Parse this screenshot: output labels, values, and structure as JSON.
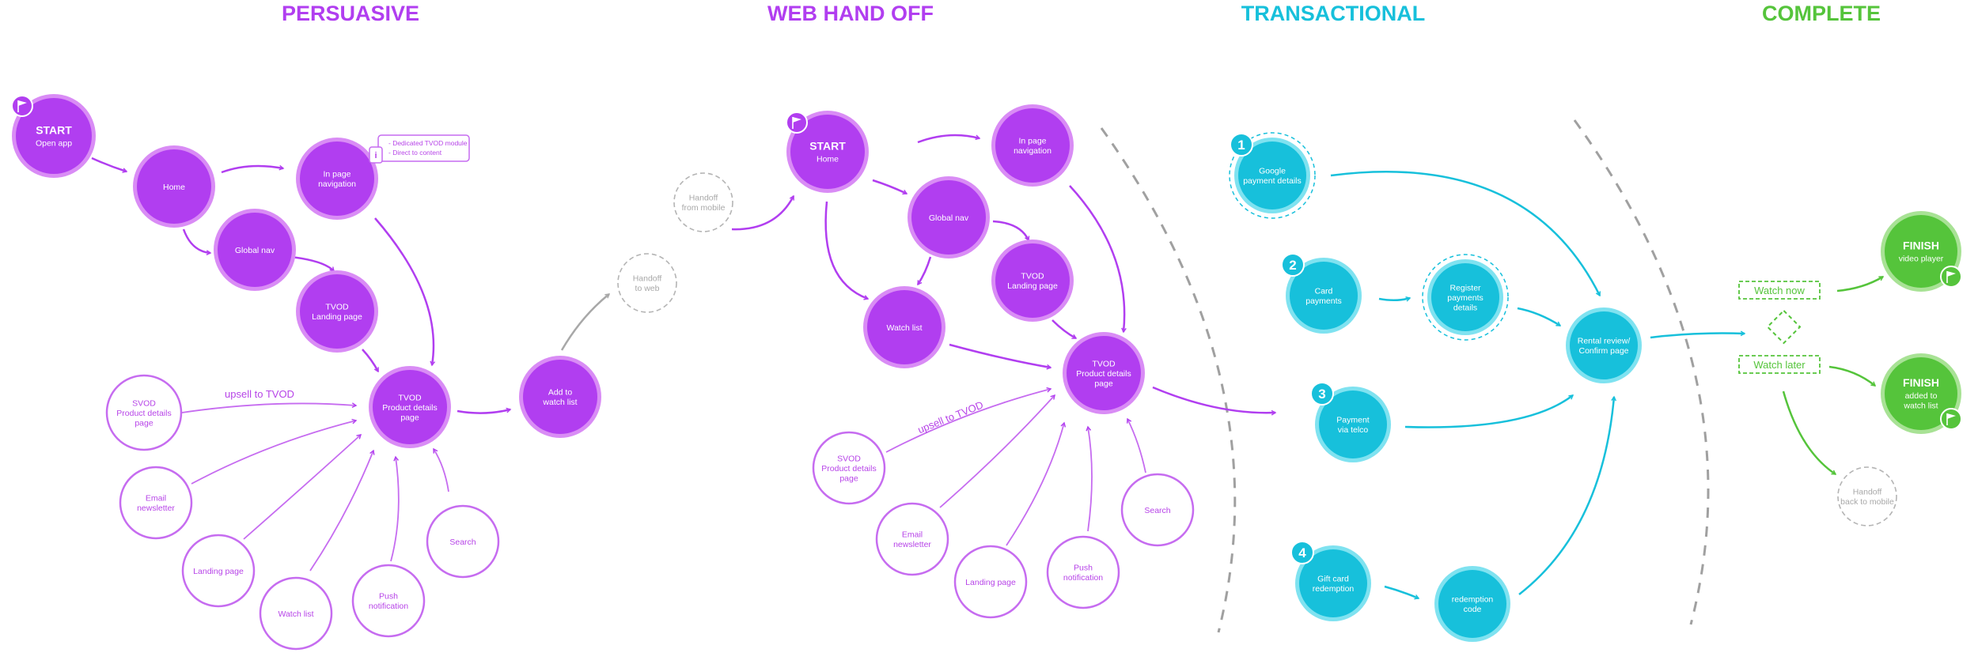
{
  "colors": {
    "purple": "#b13ef0",
    "purple_ring": "#d98cf5",
    "outline_purple": "#c66cf0",
    "outline_text": "#b744e8",
    "cyan": "#17c0db",
    "cyan_ring": "#7fe2f0",
    "green": "#55c43b",
    "green_ring": "#a8e295",
    "gray": "#b4b4b4",
    "dash_gray": "#a0a0a0",
    "white": "#ffffff"
  },
  "sections": [
    {
      "title": "PERSUASIVE",
      "color": "purple"
    },
    {
      "title": "WEB HAND OFF",
      "color": "purple"
    },
    {
      "title": "TRANSACTIONAL",
      "color": "cyan"
    },
    {
      "title": "COMPLETE",
      "color": "green"
    }
  ],
  "nodes": [
    {
      "id": "p-start",
      "style": "solid-purple",
      "title": "START",
      "lines": [
        "Open app"
      ],
      "flag": true
    },
    {
      "id": "p-home",
      "style": "solid-purple",
      "lines": [
        "Home"
      ]
    },
    {
      "id": "p-inpage",
      "style": "solid-purple",
      "lines": [
        "In page",
        "navigation"
      ]
    },
    {
      "id": "p-globalnav",
      "style": "solid-purple",
      "lines": [
        "Global nav"
      ]
    },
    {
      "id": "p-tvod-landing",
      "style": "solid-purple",
      "lines": [
        "TVOD",
        "Landing page"
      ]
    },
    {
      "id": "p-tvod-pdp",
      "style": "solid-purple",
      "lines": [
        "TVOD",
        "Product details",
        "page"
      ]
    },
    {
      "id": "p-add-watchlist",
      "style": "solid-purple",
      "lines": [
        "Add to",
        "watch list"
      ]
    },
    {
      "id": "p-handoff-web",
      "style": "dashed-gray",
      "lines": [
        "Handoff",
        "to web"
      ]
    },
    {
      "id": "p-svod",
      "style": "outline-purple",
      "lines": [
        "SVOD",
        "Product details",
        "page"
      ]
    },
    {
      "id": "p-email",
      "style": "outline-purple",
      "lines": [
        "Email",
        "newsletter"
      ]
    },
    {
      "id": "p-landing",
      "style": "outline-purple",
      "lines": [
        "Landing page"
      ]
    },
    {
      "id": "p-watchlist",
      "style": "outline-purple",
      "lines": [
        "Watch list"
      ]
    },
    {
      "id": "p-push",
      "style": "outline-purple",
      "lines": [
        "Push",
        "notification"
      ]
    },
    {
      "id": "p-search",
      "style": "outline-purple",
      "lines": [
        "Search"
      ]
    },
    {
      "id": "w-handoff-mobile",
      "style": "dashed-gray",
      "lines": [
        "Handoff",
        "from mobile"
      ]
    },
    {
      "id": "w-start",
      "style": "solid-purple",
      "title": "START",
      "lines": [
        "Home"
      ],
      "flag": true
    },
    {
      "id": "w-inpage",
      "style": "solid-purple",
      "lines": [
        "In page",
        "navigation"
      ]
    },
    {
      "id": "w-globalnav",
      "style": "solid-purple",
      "lines": [
        "Global nav"
      ]
    },
    {
      "id": "w-tvod-landing",
      "style": "solid-purple",
      "lines": [
        "TVOD",
        "Landing page"
      ]
    },
    {
      "id": "w-watchlist",
      "style": "solid-purple",
      "lines": [
        "Watch list"
      ]
    },
    {
      "id": "w-tvod-pdp",
      "style": "solid-purple",
      "lines": [
        "TVOD",
        "Product details",
        "page"
      ]
    },
    {
      "id": "w-svod",
      "style": "outline-purple",
      "lines": [
        "SVOD",
        "Product details",
        "page"
      ]
    },
    {
      "id": "w-email",
      "style": "outline-purple",
      "lines": [
        "Email",
        "newsletter"
      ]
    },
    {
      "id": "w-landing",
      "style": "outline-purple",
      "lines": [
        "Landing page"
      ]
    },
    {
      "id": "w-push",
      "style": "outline-purple",
      "lines": [
        "Push",
        "notification"
      ]
    },
    {
      "id": "w-search",
      "style": "outline-purple",
      "lines": [
        "Search"
      ]
    },
    {
      "id": "t-google",
      "style": "solid-cyan-dashed",
      "number": "1",
      "lines": [
        "Google",
        "payment details"
      ]
    },
    {
      "id": "t-card",
      "style": "solid-cyan",
      "number": "2",
      "lines": [
        "Card",
        "payments"
      ]
    },
    {
      "id": "t-register",
      "style": "solid-cyan-dashed",
      "lines": [
        "Register",
        "payments",
        "details"
      ]
    },
    {
      "id": "t-telco",
      "style": "solid-cyan",
      "number": "3",
      "lines": [
        "Payment",
        "via telco"
      ]
    },
    {
      "id": "t-giftcard",
      "style": "solid-cyan",
      "number": "4",
      "lines": [
        "Gift card",
        "redemption"
      ]
    },
    {
      "id": "t-redemption",
      "style": "solid-cyan",
      "lines": [
        "redemption",
        "code"
      ]
    },
    {
      "id": "t-rental",
      "style": "solid-cyan",
      "lines": [
        "Rental review/",
        "Confirm page"
      ]
    },
    {
      "id": "c-finish-video",
      "style": "solid-green",
      "title": "FINISH",
      "lines": [
        "video player"
      ],
      "flag": true
    },
    {
      "id": "c-finish-watchlist",
      "style": "solid-green",
      "title": "FINISH",
      "lines": [
        "added to",
        "watch list"
      ],
      "flag": true
    },
    {
      "id": "c-handoff-mobile",
      "style": "dashed-gray",
      "lines": [
        "Handoff",
        "back to mobile"
      ]
    }
  ],
  "labels": [
    {
      "id": "upsell-1",
      "text": "upsell to TVOD"
    },
    {
      "id": "upsell-2",
      "text": "upsell to TVOD"
    },
    {
      "id": "watch-now",
      "text": "Watch now"
    },
    {
      "id": "watch-later",
      "text": "Watch later"
    }
  ],
  "info_note": {
    "icon": "info-icon",
    "lines": [
      "- Dedicated TVOD module",
      "- Direct to content"
    ]
  }
}
